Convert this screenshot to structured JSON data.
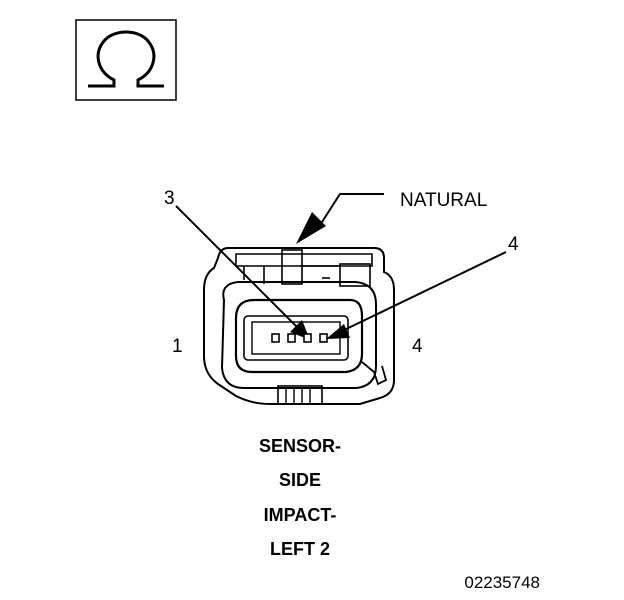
{
  "symbol": {
    "glyph": "Ω",
    "icon": "ohm-icon"
  },
  "callouts": {
    "natural": "NATURAL",
    "pin_left_top": "3",
    "pin_right_top": "4",
    "side_left": "1",
    "side_right": "4"
  },
  "caption": {
    "lines": [
      "SENSOR-",
      "SIDE",
      "IMPACT-",
      "LEFT 2"
    ]
  },
  "figure_id": "02235748",
  "colors": {
    "ink": "#000000",
    "paper": "#ffffff"
  }
}
